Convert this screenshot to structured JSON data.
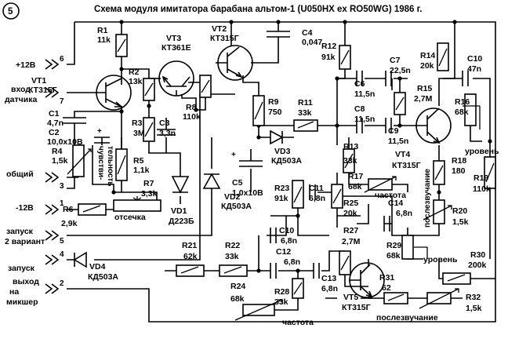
{
  "figure_number": "5",
  "title": "Схема модуля имитатора барабана альтом-1 (U050HX ex RO50WG) 1986 г.",
  "connectors": [
    {
      "num": "6",
      "label": "+12В"
    },
    {
      "num": "7",
      "label": "вход датчика"
    },
    {
      "num": "3",
      "label": "общий"
    },
    {
      "num": "1",
      "label": "-12В"
    },
    {
      "num": "5",
      "label": "запуск 2 вариант"
    },
    {
      "num": "4",
      "label": "запуск"
    },
    {
      "num": "2",
      "label": "выход на микшер"
    }
  ],
  "components": {
    "R1": {
      "ref": "R1",
      "value": "11k"
    },
    "R2": {
      "ref": "R2",
      "value": "13k"
    },
    "R3": {
      "ref": "R3",
      "value": "3M"
    },
    "R4": {
      "ref": "R4",
      "value": "1,5k"
    },
    "R5": {
      "ref": "R5",
      "value": "1,1k"
    },
    "R6": {
      "ref": "R6",
      "value": "2,9k"
    },
    "R7": {
      "ref": "R7",
      "value": "3,3k"
    },
    "R8": {
      "ref": "R8",
      "value": "110k"
    },
    "R9": {
      "ref": "R9",
      "value": "750"
    },
    "R11": {
      "ref": "R11",
      "value": "33k"
    },
    "R12": {
      "ref": "R12",
      "value": "91k"
    },
    "R13": {
      "ref": "R13",
      "value": "33k"
    },
    "R14": {
      "ref": "R14",
      "value": "20k"
    },
    "R15": {
      "ref": "R15",
      "value": "2,7M"
    },
    "R16": {
      "ref": "R16",
      "value": "68k"
    },
    "R17": {
      "ref": "R17",
      "value": "68k"
    },
    "R18": {
      "ref": "R18",
      "value": "180"
    },
    "R19": {
      "ref": "R19",
      "value": "110k"
    },
    "R20": {
      "ref": "R20",
      "value": "1,5k"
    },
    "R21": {
      "ref": "R21",
      "value": "62k"
    },
    "R22": {
      "ref": "R22",
      "value": "33k"
    },
    "R23": {
      "ref": "R23",
      "value": "91k"
    },
    "R24": {
      "ref": "R24",
      "value": "68k"
    },
    "R25": {
      "ref": "R25",
      "value": "20k"
    },
    "R27": {
      "ref": "R27",
      "value": "2,7M"
    },
    "R28": {
      "ref": "R28",
      "value": "33k"
    },
    "R29": {
      "ref": "R29",
      "value": "68k"
    },
    "R30": {
      "ref": "R30",
      "value": "200k"
    },
    "R31": {
      "ref": "R31",
      "value": "62"
    },
    "R32": {
      "ref": "R32",
      "value": "1,5k"
    },
    "C1": {
      "ref": "C1",
      "value": "4,7n"
    },
    "C2": {
      "ref": "C2",
      "value": "10,0x10В"
    },
    "C3": {
      "ref": "C3",
      "value": "3,3n"
    },
    "C4": {
      "ref": "C4",
      "value": "0,047"
    },
    "C5": {
      "ref": "C5",
      "value": "1,0x10В"
    },
    "C6": {
      "ref": "C6",
      "value": "11,5n"
    },
    "C7": {
      "ref": "C7",
      "value": "22,5n"
    },
    "C8": {
      "ref": "C8",
      "value": "11,5n"
    },
    "C9": {
      "ref": "C9",
      "value": "11,5n"
    },
    "C10": {
      "ref": "C10",
      "value": "47n"
    },
    "C10b": {
      "ref": "C10",
      "value": "6,8n"
    },
    "C11": {
      "ref": "C11",
      "value": "6,8n"
    },
    "C12": {
      "ref": "C12",
      "value": "6,8n"
    },
    "C13": {
      "ref": "C13",
      "value": "6,8n"
    },
    "C14": {
      "ref": "C14",
      "value": "6,8n"
    },
    "VT1": {
      "ref": "VT1",
      "value": "КТ315Г"
    },
    "VT2": {
      "ref": "VT2",
      "value": "КТ315Г"
    },
    "VT3": {
      "ref": "VT3",
      "value": "КТ361Е"
    },
    "VT4": {
      "ref": "VT4",
      "value": "КТ315Г"
    },
    "VT5": {
      "ref": "VT5",
      "value": "КТ315Г"
    },
    "VD1": {
      "ref": "VD1",
      "value": "Д223Б"
    },
    "VD2": {
      "ref": "VD2",
      "value": "КД503А"
    },
    "VD3": {
      "ref": "VD3",
      "value": "КД503А"
    },
    "VD4": {
      "ref": "VD4",
      "value": "КД503А"
    }
  },
  "control_labels": {
    "sensitivity": "чувстви- тельность",
    "cutoff": "отсечка",
    "freq1": "частота",
    "decay1": "послезвучание",
    "level1": "уровень",
    "level2": "уровень",
    "freq2": "частота",
    "decay2": "послезвучание"
  }
}
